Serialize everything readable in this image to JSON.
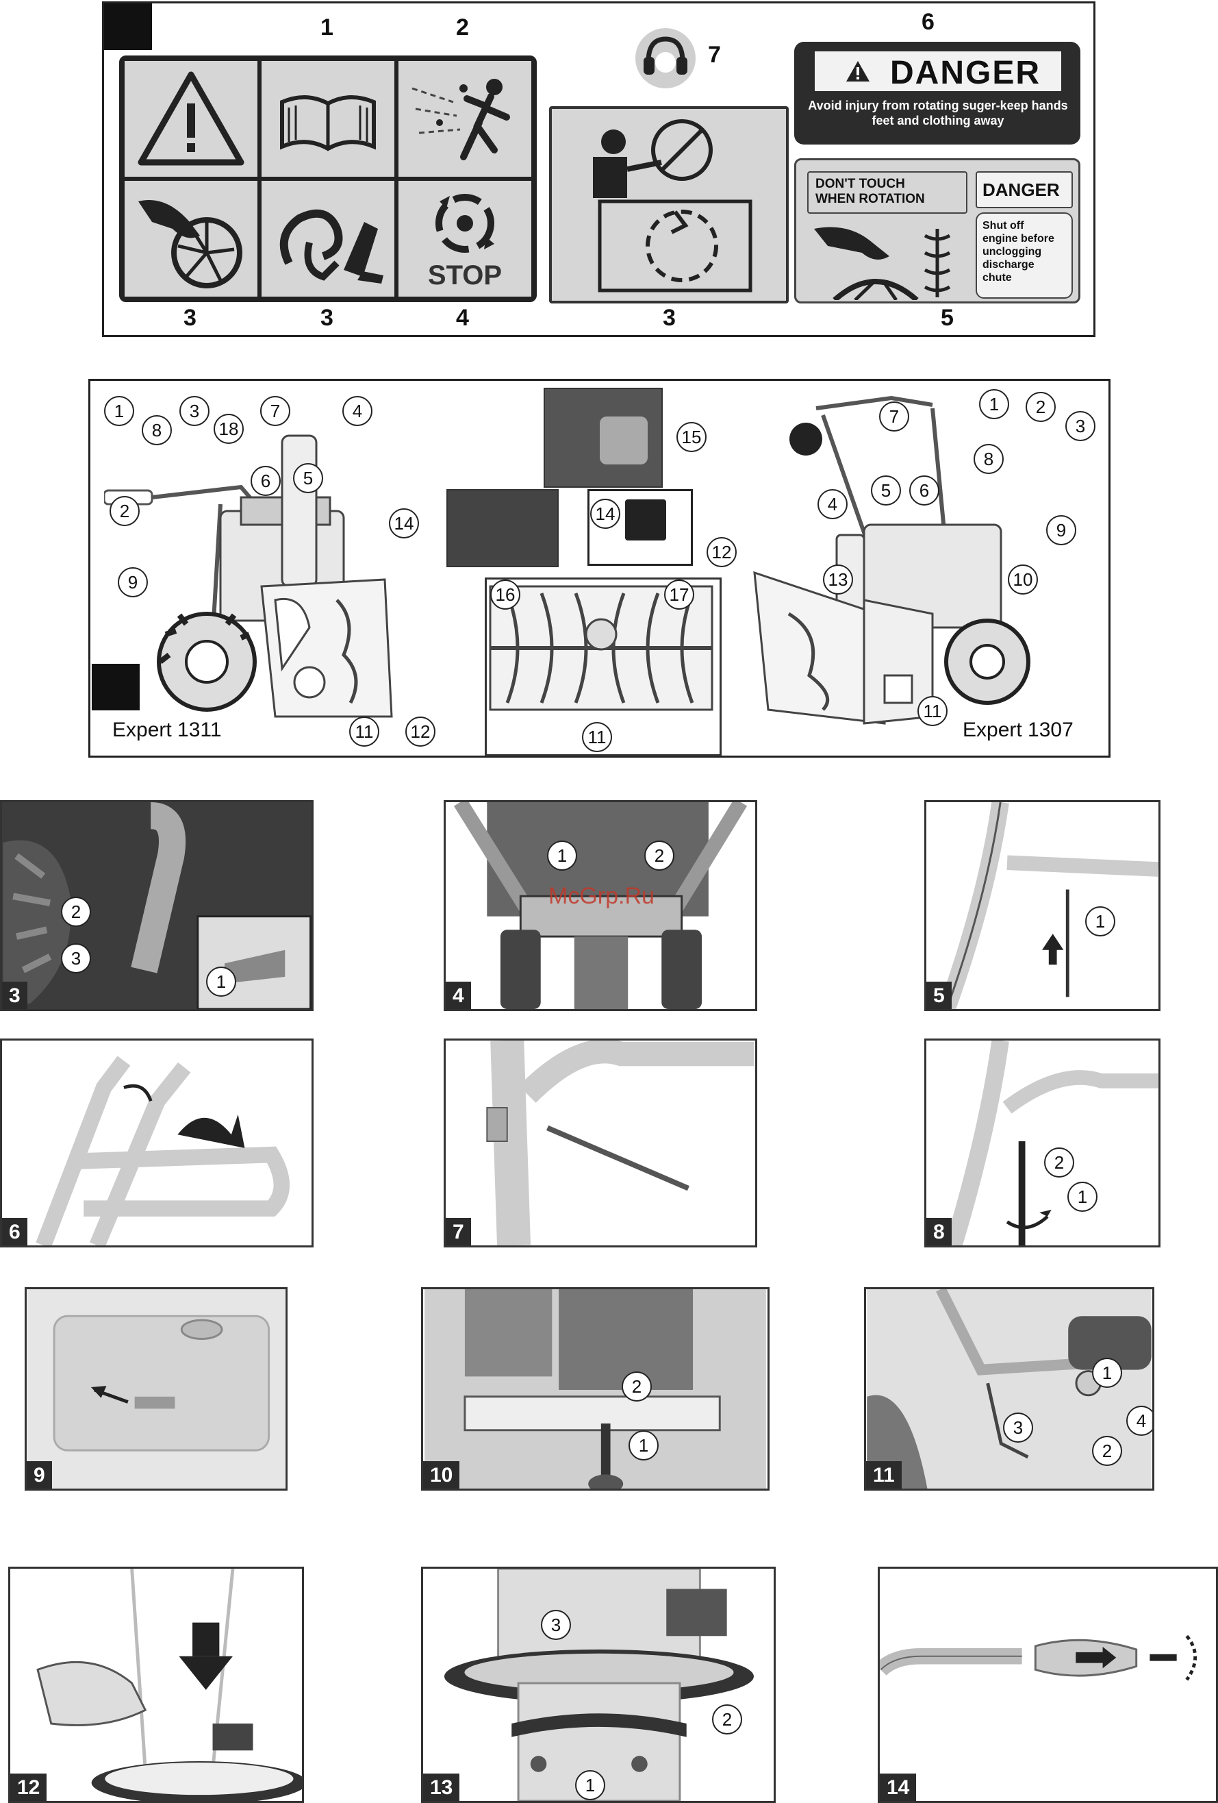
{
  "safety_labels": {
    "numbers": [
      "1",
      "2",
      "3",
      "3",
      "4",
      "3",
      "6",
      "7",
      "5"
    ],
    "stop_text": "STOP",
    "danger_title": "DANGER",
    "danger_sub": "Avoid injury from rotating suger-keep hands feet and clothing away",
    "label5_left": "DON'T TOUCH WHEN ROTATION",
    "label5_title": "DANGER",
    "label5_right": "Shut off engine before unclogging discharge chute"
  },
  "overview": {
    "model_left": "Expert 1311",
    "model_right": "Expert 1307",
    "callouts_left": [
      "1",
      "8",
      "3",
      "18",
      "7",
      "2",
      "6",
      "5",
      "4",
      "14",
      "9",
      "11",
      "12"
    ],
    "callouts_mid": [
      "15",
      "14",
      "16",
      "17",
      "11"
    ],
    "callouts_right": [
      "7",
      "1",
      "2",
      "3",
      "8",
      "4",
      "5",
      "6",
      "9",
      "12",
      "13",
      "10",
      "11"
    ]
  },
  "watermark": "McGrp.Ru",
  "figures": [
    {
      "tag": "3",
      "callouts": [
        "2",
        "3",
        "1"
      ]
    },
    {
      "tag": "4",
      "callouts": [
        "1",
        "2"
      ]
    },
    {
      "tag": "5",
      "callouts": [
        "1"
      ]
    },
    {
      "tag": "6",
      "callouts": []
    },
    {
      "tag": "7",
      "callouts": []
    },
    {
      "tag": "8",
      "callouts": [
        "2",
        "1"
      ]
    },
    {
      "tag": "9",
      "callouts": []
    },
    {
      "tag": "10",
      "callouts": [
        "2",
        "1"
      ]
    },
    {
      "tag": "11",
      "callouts": [
        "1",
        "4",
        "3",
        "2"
      ]
    },
    {
      "tag": "12",
      "callouts": []
    },
    {
      "tag": "13",
      "callouts": [
        "3",
        "2",
        "1"
      ]
    },
    {
      "tag": "14",
      "callouts": []
    }
  ],
  "colors": {
    "ink": "#111111",
    "label_grey": "#d6d6d6",
    "danger_dark": "#2c2c2c",
    "watermark": "#c0392b"
  }
}
